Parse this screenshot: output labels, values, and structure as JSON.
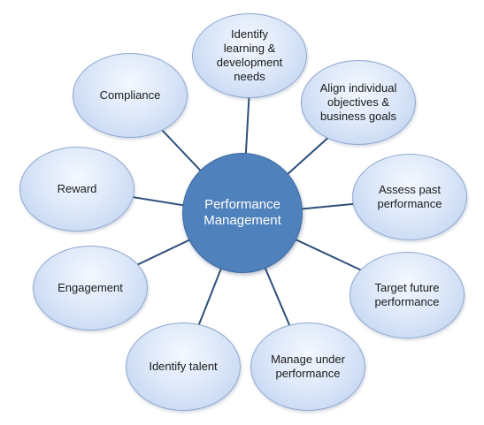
{
  "center": {
    "label": "Performance\nManagement"
  },
  "nodes": [
    {
      "label": "Identify\nlearning &\ndevelopment\nneeds"
    },
    {
      "label": "Align individual\nobjectives &\nbusiness goals"
    },
    {
      "label": "Assess past\nperformance"
    },
    {
      "label": "Target future\nperformance"
    },
    {
      "label": "Manage under\nperformance"
    },
    {
      "label": "Identify talent"
    },
    {
      "label": "Engagement"
    },
    {
      "label": "Reward"
    },
    {
      "label": "Compliance"
    }
  ],
  "colors": {
    "center_fill": "#4f81bd",
    "node_border": "#8ea8cf",
    "node_fill": "#dde8f9",
    "connector": "#2e4f7a"
  }
}
